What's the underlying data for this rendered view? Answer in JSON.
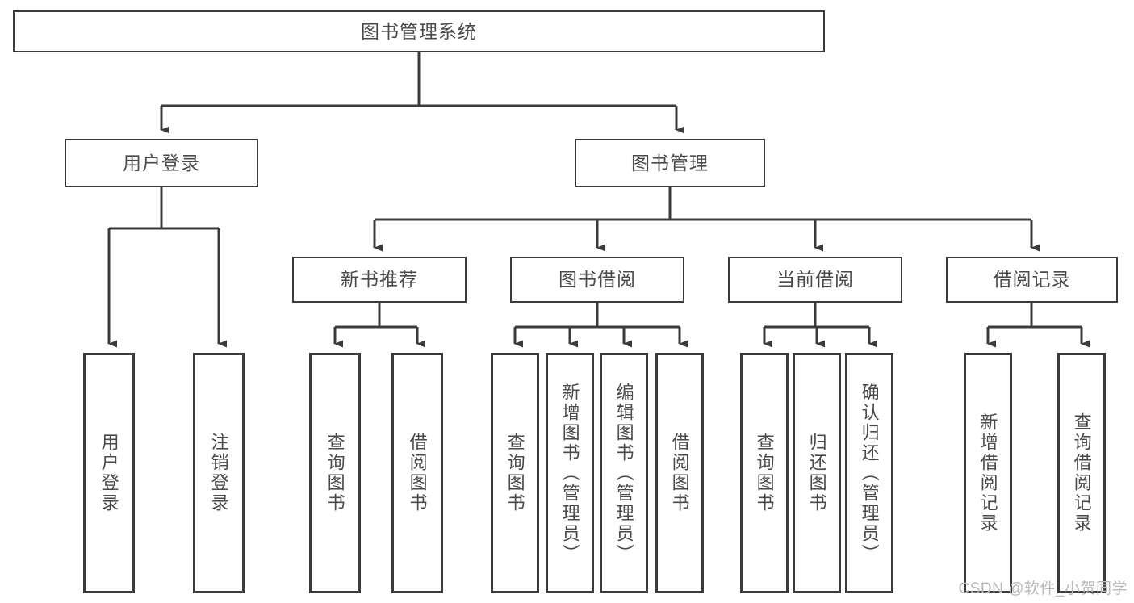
{
  "diagram": {
    "type": "tree-hierarchy-chart",
    "title": "图书管理系统",
    "stroke_color": "#3b3b3b",
    "text_color": "#4a4a4a",
    "background": "#ffffff",
    "nodes": {
      "root": {
        "label": "图书管理系统"
      },
      "level2": [
        {
          "id": "user-login",
          "label": "用户登录"
        },
        {
          "id": "book-management",
          "label": "图书管理"
        }
      ],
      "level3": [
        {
          "id": "new-book-recommend",
          "label": "新书推荐"
        },
        {
          "id": "book-borrow",
          "label": "图书借阅"
        },
        {
          "id": "current-borrow",
          "label": "当前借阅"
        },
        {
          "id": "borrow-record",
          "label": "借阅记录"
        }
      ],
      "leaves": {
        "user_login": [
          {
            "id": "leaf-user-login",
            "label": "用户登录"
          },
          {
            "id": "leaf-user-logout",
            "label": "注销登录"
          }
        ],
        "new_book_recommend": [
          {
            "id": "leaf-query-book-1",
            "label": "查询图书"
          },
          {
            "id": "leaf-borrow-book-1",
            "label": "借阅图书"
          }
        ],
        "book_borrow": [
          {
            "id": "leaf-query-book-2",
            "label": "查询图书"
          },
          {
            "id": "leaf-add-book",
            "label": "新增图书（管理员）"
          },
          {
            "id": "leaf-edit-book",
            "label": "编辑图书（管理员）"
          },
          {
            "id": "leaf-borrow-book-2",
            "label": "借阅图书"
          }
        ],
        "current_borrow": [
          {
            "id": "leaf-query-book-3",
            "label": "查询图书"
          },
          {
            "id": "leaf-return-book",
            "label": "归还图书"
          },
          {
            "id": "leaf-confirm-return",
            "label": "确认归还（管理员）"
          }
        ],
        "borrow_record": [
          {
            "id": "leaf-add-record",
            "label": "新增借阅记录"
          },
          {
            "id": "leaf-query-record",
            "label": "查询借阅记录"
          }
        ]
      }
    }
  },
  "watermark": {
    "text": "CSDN @软件_小贺同学"
  }
}
